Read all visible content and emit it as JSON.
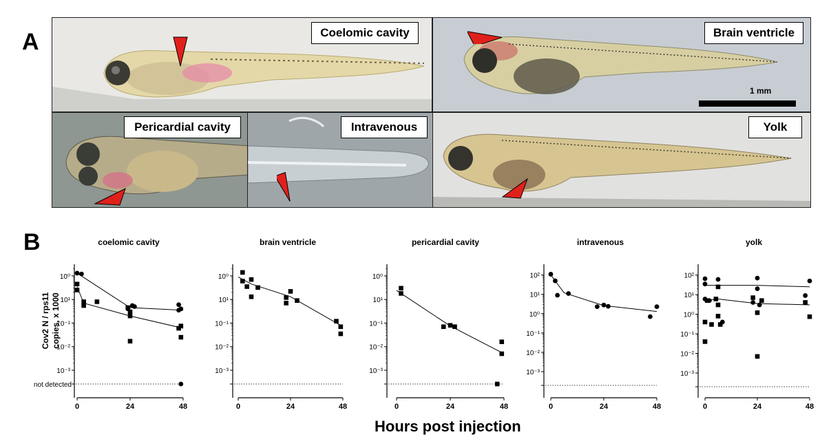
{
  "panel_a": {
    "letter": "A",
    "labels": {
      "coelomic": "Coelomic cavity",
      "brain": "Brain ventricle",
      "pericardial": "Pericardial cavity",
      "intravenous": "Intravenous",
      "yolk": "Yolk"
    },
    "scale_bar_label": "1 mm",
    "arrow_color": "#e0201b"
  },
  "panel_b": {
    "letter": "B",
    "y_axis_title_line1": "Cov2 N / rps11",
    "y_axis_title_line2": "copies, x 1000",
    "x_axis_title": "Hours post injection",
    "not_detected_label": "not detected"
  },
  "chart_data": [
    {
      "type": "scatter",
      "title": "coelomic cavity",
      "xticks": [
        "0",
        "24",
        "48"
      ],
      "yticks": [
        "10¹",
        "10⁰",
        "10⁻¹",
        "10⁻²",
        "10⁻³"
      ],
      "xlim": [
        0,
        48
      ],
      "ylim_log10": [
        -4,
        1.2
      ],
      "show_not_detected_label": true,
      "series": [
        {
          "marker": "circle",
          "points": [
            [
              0,
              13
            ],
            [
              2,
              12
            ],
            [
              23,
              0.4
            ],
            [
              25,
              0.55
            ],
            [
              26,
              0.5
            ],
            [
              46,
              0.6
            ],
            [
              46,
              0.35
            ],
            [
              47,
              0.4
            ],
            [
              47,
              "nd"
            ]
          ],
          "trend": [
            [
              0,
              13
            ],
            [
              24,
              0.45
            ],
            [
              48,
              0.35
            ]
          ]
        },
        {
          "marker": "square",
          "points": [
            [
              0,
              4.5
            ],
            [
              0,
              2.5
            ],
            [
              3,
              0.8
            ],
            [
              3,
              0.55
            ],
            [
              9,
              0.8
            ],
            [
              23,
              0.45
            ],
            [
              24,
              0.3
            ],
            [
              24,
              0.2
            ],
            [
              24,
              0.017
            ],
            [
              46,
              0.06
            ],
            [
              47,
              0.075
            ],
            [
              47,
              0.025
            ]
          ],
          "trend": [
            [
              0,
              3.5
            ],
            [
              3,
              0.7
            ],
            [
              24,
              0.2
            ],
            [
              48,
              0.06
            ]
          ]
        }
      ]
    },
    {
      "type": "scatter",
      "title": "brain ventricle",
      "xticks": [
        "0",
        "24",
        "48"
      ],
      "yticks": [
        "10¹",
        "10⁰",
        "10⁻¹",
        "10⁻²",
        "10⁻³"
      ],
      "xlim": [
        0,
        48
      ],
      "ylim_log10": [
        -4,
        1.2
      ],
      "show_not_detected_label": false,
      "series": [
        {
          "marker": "square",
          "points": [
            [
              2,
              14
            ],
            [
              2,
              6
            ],
            [
              4,
              3.5
            ],
            [
              6,
              7
            ],
            [
              6,
              1.3
            ],
            [
              9,
              3.2
            ],
            [
              22,
              1.2
            ],
            [
              22,
              0.7
            ],
            [
              24,
              2.2
            ],
            [
              27,
              0.9
            ],
            [
              45,
              0.12
            ],
            [
              47,
              0.07
            ],
            [
              47,
              0.035
            ]
          ],
          "trend": [
            [
              0,
              9
            ],
            [
              6,
              4.5
            ],
            [
              24,
              1.3
            ],
            [
              48,
              0.07
            ]
          ]
        }
      ]
    },
    {
      "type": "scatter",
      "title": "pericardial cavity",
      "xticks": [
        "0",
        "24",
        "48"
      ],
      "yticks": [
        "10¹",
        "10⁰",
        "10⁻¹",
        "10⁻²",
        "10⁻³"
      ],
      "xlim": [
        0,
        48
      ],
      "ylim_log10": [
        -4,
        1.2
      ],
      "show_not_detected_label": false,
      "series": [
        {
          "marker": "square",
          "points": [
            [
              2,
              3
            ],
            [
              2,
              1.8
            ],
            [
              21,
              0.07
            ],
            [
              24,
              0.08
            ],
            [
              26,
              0.07
            ],
            [
              47,
              0.016
            ],
            [
              47,
              0.005
            ],
            [
              45,
              "nd"
            ]
          ],
          "trend": [
            [
              0,
              2.4
            ],
            [
              24,
              0.075
            ],
            [
              48,
              0.005
            ]
          ]
        }
      ]
    },
    {
      "type": "scatter",
      "title": "intravenous",
      "xticks": [
        "0",
        "24",
        "48"
      ],
      "yticks": [
        "10²",
        "10¹",
        "10⁰",
        "10⁻¹",
        "10⁻²",
        "10⁻³"
      ],
      "xlim": [
        0,
        48
      ],
      "ylim_log10": [
        -4,
        2.2
      ],
      "show_not_detected_label": false,
      "series": [
        {
          "marker": "circle",
          "points": [
            [
              0,
              110
            ],
            [
              2,
              50
            ],
            [
              3,
              9
            ],
            [
              8,
              11
            ],
            [
              21,
              2.3
            ],
            [
              24,
              2.8
            ],
            [
              26,
              2.4
            ],
            [
              45,
              0.7
            ],
            [
              48,
              2.3
            ]
          ],
          "trend": [
            [
              0,
              100
            ],
            [
              6,
              12
            ],
            [
              24,
              2.6
            ],
            [
              48,
              1.3
            ]
          ]
        }
      ]
    },
    {
      "type": "scatter",
      "title": "yolk",
      "xticks": [
        "0",
        "24",
        "48"
      ],
      "yticks": [
        "10²",
        "10¹",
        "10⁰",
        "10⁻¹",
        "10⁻²",
        "10⁻³"
      ],
      "xlim": [
        0,
        48
      ],
      "ylim_log10": [
        -4,
        2.2
      ],
      "show_not_detected_label": false,
      "series": [
        {
          "marker": "circle",
          "points": [
            [
              0,
              65
            ],
            [
              0,
              35
            ],
            [
              0,
              6
            ],
            [
              2,
              5
            ],
            [
              6,
              60
            ],
            [
              8,
              0.4
            ],
            [
              22,
              4
            ],
            [
              24,
              70
            ],
            [
              24,
              20
            ],
            [
              25,
              3
            ],
            [
              46,
              9
            ],
            [
              48,
              50
            ]
          ],
          "trend": [
            [
              0,
              30
            ],
            [
              24,
              30
            ],
            [
              48,
              25
            ]
          ]
        },
        {
          "marker": "square",
          "points": [
            [
              0,
              0.4
            ],
            [
              0,
              0.04
            ],
            [
              1,
              5
            ],
            [
              3,
              0.3
            ],
            [
              5,
              6
            ],
            [
              6,
              25
            ],
            [
              6,
              3
            ],
            [
              6,
              0.8
            ],
            [
              7,
              0.3
            ],
            [
              22,
              7
            ],
            [
              24,
              1.2
            ],
            [
              24,
              0.007
            ],
            [
              26,
              5
            ],
            [
              46,
              4
            ],
            [
              48,
              0.75
            ]
          ],
          "trend": [
            [
              0,
              5
            ],
            [
              6,
              6
            ],
            [
              24,
              3.5
            ],
            [
              48,
              3
            ]
          ]
        }
      ]
    }
  ]
}
